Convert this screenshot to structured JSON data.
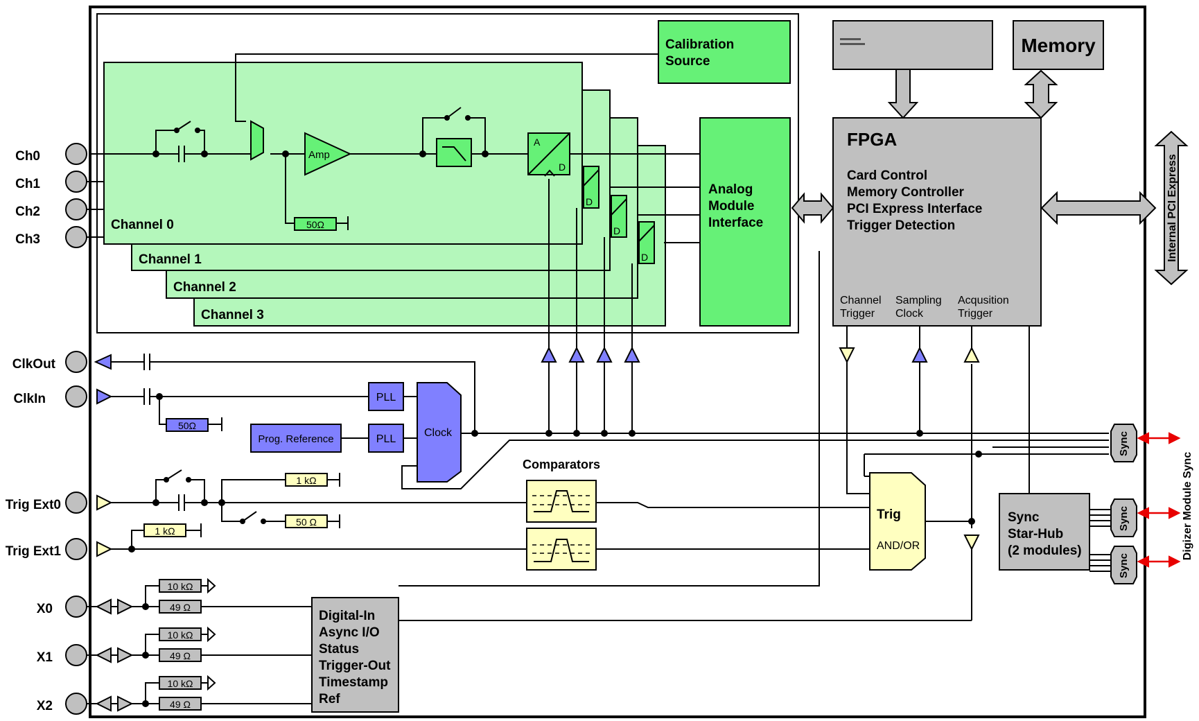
{
  "ports": {
    "ch0": "Ch0",
    "ch1": "Ch1",
    "ch2": "Ch2",
    "ch3": "Ch3",
    "clkout": "ClkOut",
    "clkin": "ClkIn",
    "trig0": "Trig Ext0",
    "trig1": "Trig Ext1",
    "x0": "X0",
    "x1": "X1",
    "x2": "X2"
  },
  "analog": {
    "cal_line1": "Calibration",
    "cal_line2": "Source",
    "amp": "Amp",
    "ohm50": "50Ω",
    "adc_a": "A",
    "adc_d": "D",
    "ch0_label": "Channel 0",
    "ch1_label": "Channel 1",
    "ch2_label": "Channel 2",
    "ch3_label": "Channel 3",
    "ami_line1": "Analog",
    "ami_line2": "Module",
    "ami_line3": "Interface"
  },
  "digital": {
    "memory": "Memory",
    "fpga_title": "FPGA",
    "fpga_lines": [
      "Card Control",
      "Memory Controller",
      "PCI Express Interface",
      "Trigger Detection"
    ],
    "fpga_ports": {
      "channel_trigger_1": "Channel",
      "channel_trigger_2": "Trigger",
      "sampling_clock_1": "Sampling",
      "sampling_clock_2": "Clock",
      "acq_trigger_1": "Acqusition",
      "acq_trigger_2": "Trigger"
    },
    "pci": "Internal PCI Express"
  },
  "clocking": {
    "ohm50": "50Ω",
    "pll": "PLL",
    "prog_ref": "Prog. Reference",
    "clock": "Clock"
  },
  "trigger": {
    "ohm1k": "1 kΩ",
    "ohm50": "50 Ω",
    "comparators": "Comparators",
    "trig": "Trig",
    "andor": "AND/OR"
  },
  "sync": {
    "label": "Sync",
    "hub_lines": [
      "Sync",
      "Star-Hub",
      "(2 modules)"
    ],
    "module_sync": "Digizer Module Sync"
  },
  "mio": {
    "ohm10k": "10 kΩ",
    "ohm49": "49 Ω",
    "lines": [
      "Digital-In",
      "Async I/O",
      "Status",
      "Trigger-Out",
      "Timestamp",
      "Ref"
    ]
  },
  "colors": {
    "green": "#66f177",
    "light_green": "#b4f7bb",
    "grey": "#c0c0c0",
    "blue": "#8080ff",
    "yellow": "#ffffc0",
    "red": "#e80000"
  }
}
